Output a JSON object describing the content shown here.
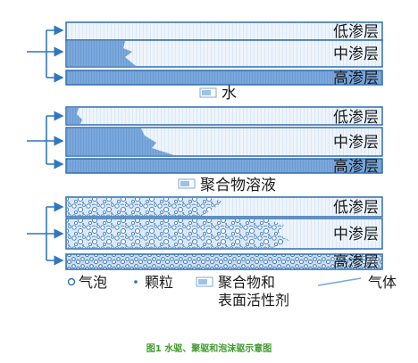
{
  "groups": [
    {
      "layers": [
        {
          "label": "低渗层"
        },
        {
          "label": "中渗层"
        },
        {
          "label": "高渗层"
        }
      ],
      "caption": "水"
    },
    {
      "layers": [
        {
          "label": "低渗层"
        },
        {
          "label": "中渗层"
        },
        {
          "label": "高渗层"
        }
      ],
      "caption": "聚合物溶液"
    },
    {
      "layers": [
        {
          "label": "低渗层"
        },
        {
          "label": "中渗层"
        },
        {
          "label": "高渗层"
        }
      ]
    }
  ],
  "legend": {
    "bubble": "气泡",
    "particle": "颗粒",
    "polymer_line1": "聚合物和",
    "polymer_line2": "表面活性剂",
    "gas": "气体"
  },
  "figure_caption": "图1 水驱、聚驱和泡沫驱示意图",
  "colors": {
    "layer_border": "#2f6fae",
    "fill_dark": "#6fa0d8",
    "fill_light": "#e8f1fb",
    "arrow": "#2f77c0",
    "caption_green": "#3f9a2e"
  }
}
